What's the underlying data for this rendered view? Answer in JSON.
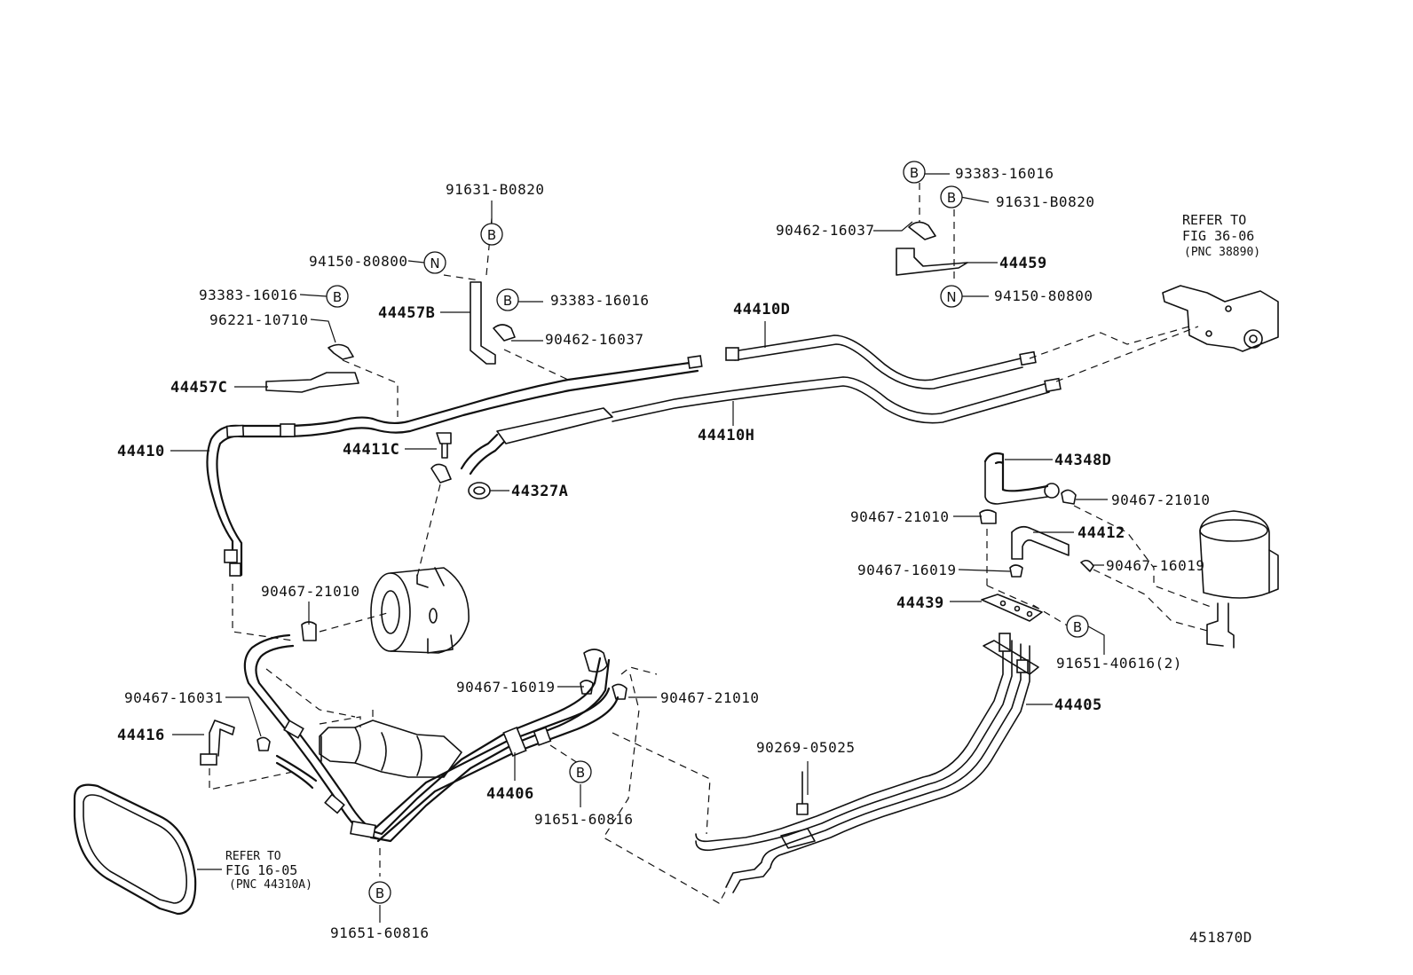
{
  "labels": {
    "p91631_top": "91631-B0820",
    "p94150_left": "94150-80800",
    "p93383_left": "93383-16016",
    "p96221": "96221-10710",
    "r44457C": "44457C",
    "r44457B": "44457B",
    "p93383_mid": "93383-16016",
    "p90462_mid": "90462-16037",
    "r44410": "44410",
    "r44411C": "44411C",
    "r44327A": "44327A",
    "r44410D": "44410D",
    "r44410H": "44410H",
    "p93383_right": "93383-16016",
    "p91631_right": "91631-B0820",
    "p90462_right": "90462-16037",
    "r44459": "44459",
    "p94150_right": "94150-80800",
    "refer1_line1": "REFER TO",
    "refer1_line2": "FIG 36-06",
    "refer1_line3": "(PNC 38890)",
    "r44348D": "44348D",
    "p90467_21010_r1": "90467-21010",
    "p90467_21010_r2": "90467-21010",
    "r44412": "44412",
    "p90467_16019_r1": "90467-16019",
    "p90467_16019_r2": "90467-16019",
    "r44439": "44439",
    "p91651_40616": "91651-40616(2)",
    "r44405": "44405",
    "p90467_21010_pump": "90467-21010",
    "p90467_16031": "90467-16031",
    "r44416": "44416",
    "p90467_16019_mid": "90467-16019",
    "p90467_21010_mid": "90467-21010",
    "r44406": "44406",
    "p91651_60816_mid": "91651-60816",
    "p90269": "90269-05025",
    "refer2_line1": "REFER TO",
    "refer2_line2": "FIG 16-05",
    "refer2_line3": "(PNC 44310A)",
    "p91651_60816_bottom": "91651-60816",
    "figure_no": "451870D"
  },
  "symbols": {
    "b": "B",
    "n": "N"
  },
  "colors": {
    "line": "#111111",
    "background": "#ffffff"
  }
}
